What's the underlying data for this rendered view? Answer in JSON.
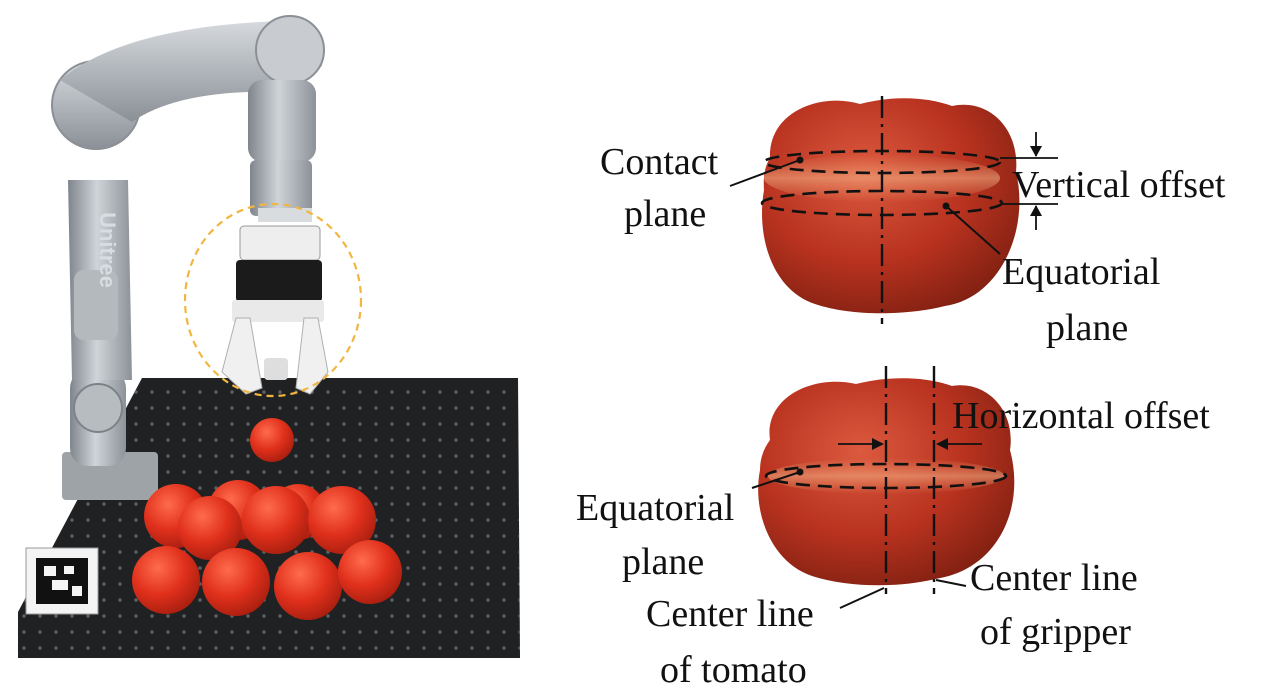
{
  "photo": {
    "arm_brand": "Unitree"
  },
  "top_diagram": {
    "contact_plane": [
      "Contact",
      "plane"
    ],
    "vertical_offset": "Vertical offset",
    "equatorial_plane": [
      "Equatorial",
      "plane"
    ]
  },
  "bottom_diagram": {
    "horizontal_offset": "Horizontal offset",
    "equatorial_plane": [
      "Equatorial",
      "plane"
    ],
    "center_line_tomato": [
      "Center line",
      "of tomato"
    ],
    "center_line_gripper": [
      "Center line",
      "of gripper"
    ]
  },
  "colors": {
    "tomato": "#b8321f",
    "tomato_dark": "#8e2414",
    "table": "#222426",
    "arm": "#a9aeb4",
    "highlight_ring": "#f2b640",
    "annotation": "#111111"
  }
}
